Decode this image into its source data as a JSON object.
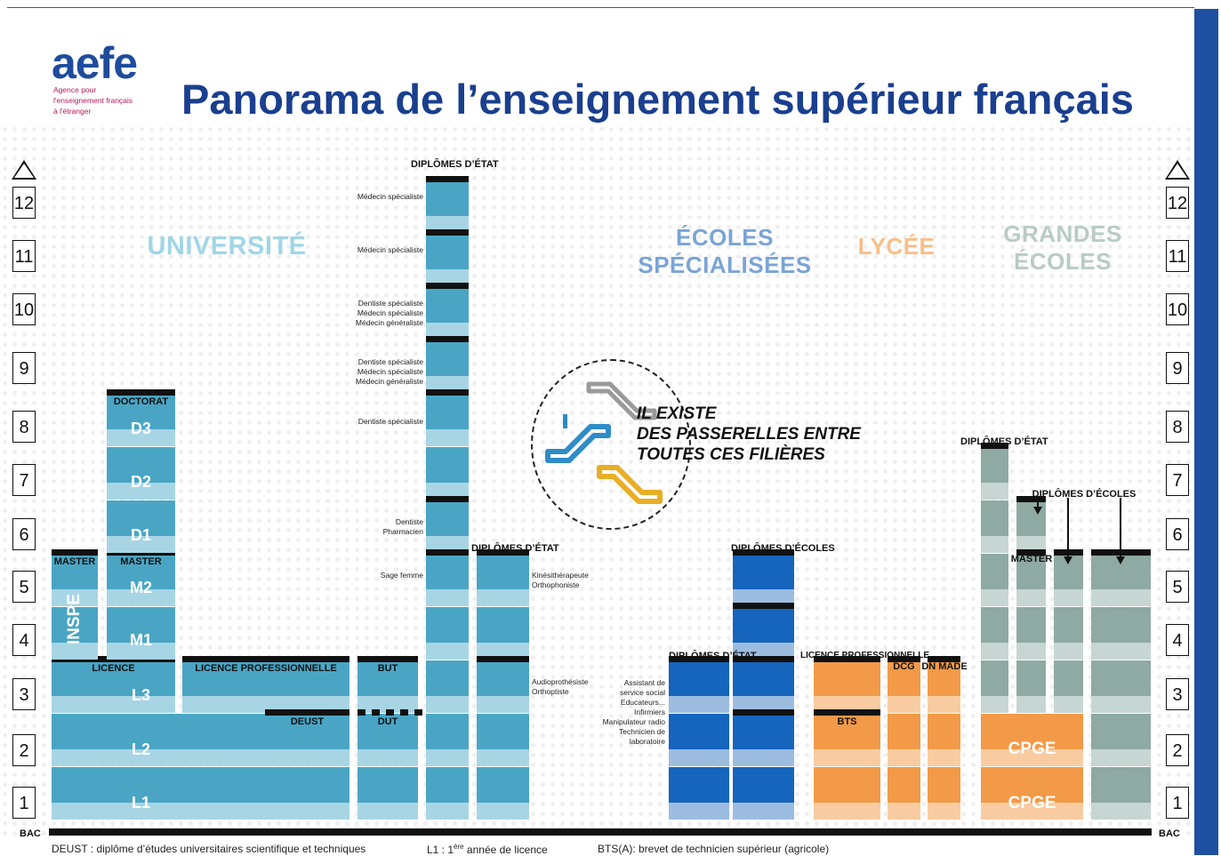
{
  "header": {
    "logo": "aefe",
    "logo_subtitle": [
      "Agence pour",
      "l'enseignement français",
      "à l'étranger"
    ],
    "title": "Panorama de l’enseignement supérieur français"
  },
  "years": [
    "12",
    "11",
    "10",
    "9",
    "8",
    "7",
    "6",
    "5",
    "4",
    "3",
    "2",
    "1"
  ],
  "bac_label": "BAC",
  "categories": {
    "universite": "UNIVERSITÉ",
    "ecoles": "ÉCOLES SPÉCIALISÉES",
    "lycee": "LYCÉE",
    "grandes_ecoles": "GRANDES ÉCOLES"
  },
  "universite": {
    "master_inspe": "MASTER",
    "inspe": "INSPE",
    "master": "MASTER",
    "doctorat": "DOCTORAT",
    "levels": [
      "D3",
      "D2",
      "D1",
      "M2",
      "M1",
      "L3",
      "L2",
      "L1"
    ],
    "licence": "LICENCE",
    "licence_pro": "LICENCE PROFESSIONNELLE",
    "but": "BUT",
    "deust": "DEUST",
    "dut": "DUT"
  },
  "sante": {
    "diplomes_etat": "DIPLÔMES D’ÉTAT",
    "labels": {
      "y12": "Médecin spécialiste",
      "y11": "Médecin spécialiste",
      "y10": [
        "Dentiste spécialiste",
        "Médecin spécialiste",
        "Médecin généraliste"
      ],
      "y9": [
        "Dentiste spécialiste",
        "Médecin spécialiste",
        "Médecin généraliste"
      ],
      "y8": "Dentiste spécialiste",
      "y6": [
        "Dentiste",
        "Pharmacien"
      ],
      "y5": "Sage femme"
    },
    "paramed_header": "DIPLÔMES D’ÉTAT",
    "paramed_y5": [
      "Kinésithérapeute",
      "Orthophoniste"
    ],
    "paramed_y3": [
      "Audioprothésiste",
      "Orthoptiste"
    ]
  },
  "passerelles": [
    "IL EXISTE",
    "DES PASSERELLES ENTRE",
    "TOUTES CES FILIÈRES"
  ],
  "ecoles": {
    "diplomes_etat": "DIPLÔMES D’ÉTAT",
    "diplomes_ecoles": "DIPLÔMES D’ÉCOLES",
    "labels": [
      "Assistant de",
      "service social",
      "Educateurs...",
      "Infirmiers",
      "Manipulateur radio",
      "Technicien de",
      "laboratoire"
    ]
  },
  "lycee": {
    "licence_pro": "LICENCE PROFESSIONNELLE",
    "bts": "BTS",
    "dcg": "DCG",
    "dn_made": "DN MADE"
  },
  "grandes_ecoles": {
    "diplomes_etat": "DIPLÔMES D’ÉTAT",
    "diplomes_ecoles": "DIPLÔMES D’ÉCOLES",
    "master": "MASTER",
    "cpge": [
      "CPGE",
      "CPGE"
    ]
  },
  "footer": {
    "deust": "DEUST : diplôme d’études universitaires scientifique et techniques",
    "l1_prefix": "L1 : 1",
    "l1_sup": "ère",
    "l1_suffix": " année de licence",
    "bts": "BTS(A): brevet de technicien supérieur (agricole)"
  },
  "colors": {
    "univ_dark": "#4aa5c4",
    "univ_light": "#a8d5e4",
    "ecoles_dark": "#1565bd",
    "ecoles_light": "#9dbde0",
    "lycee_dark": "#f29a48",
    "lycee_light": "#f8cca0",
    "ge_dark": "#8fa9a3",
    "ge_light": "#c7d6d2",
    "title_blue": "#1a3f8f"
  }
}
